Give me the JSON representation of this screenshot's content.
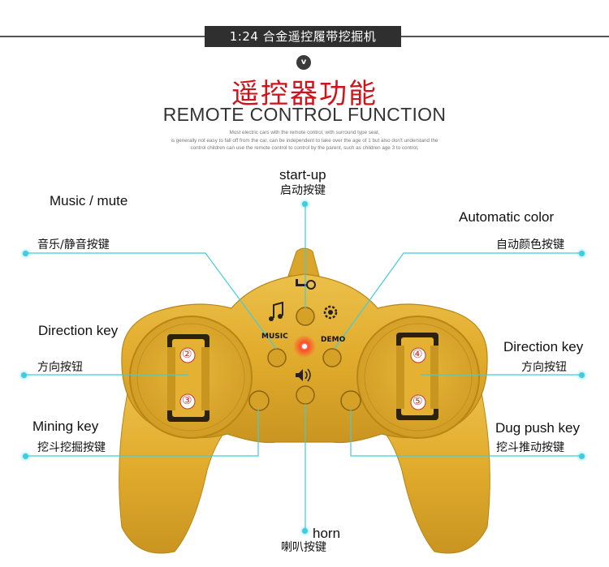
{
  "header": {
    "product_title": "1:24 合金遥控履带挖掘机",
    "badge": "v",
    "heading_cn": "遥控器功能",
    "heading_en": "REMOTE CONTROL FUNCTION",
    "intro_lines": [
      "Most electric cars with the remote control, with surround type seat,",
      "is generally not easy to fall off from the car, can be independent to take over the age of 1 but also don't understand the",
      "control children can use the remote control to control by the parent, such as children age 3 to control,"
    ]
  },
  "remote": {
    "button_labels": {
      "music": "MUSIC",
      "demo": "DEMO"
    },
    "direction_numbers": [
      "②",
      "③",
      "④",
      "⑤"
    ]
  },
  "callouts": {
    "startup": {
      "en": "start-up",
      "cn": "启动按键"
    },
    "music": {
      "en": "Music / mute",
      "cn": "音乐/静音按键"
    },
    "auto_color": {
      "en": "Automatic color",
      "cn": "自动颜色按键"
    },
    "direction_left": {
      "en": "Direction key",
      "cn": "方向按钮"
    },
    "direction_right": {
      "en": "Direction key",
      "cn": "方向按钮"
    },
    "mining": {
      "en": "Mining key",
      "cn": "挖斗挖掘按键"
    },
    "dug_push": {
      "en": "Dug push key",
      "cn": "挖斗推动按键"
    },
    "horn": {
      "en": "horn",
      "cn": "喇叭按键"
    }
  },
  "colors": {
    "remote_body": "#e1ab2c",
    "remote_shadow": "#b98615",
    "callout_line": "#3ecde0",
    "heading_red": "#d0121a"
  }
}
